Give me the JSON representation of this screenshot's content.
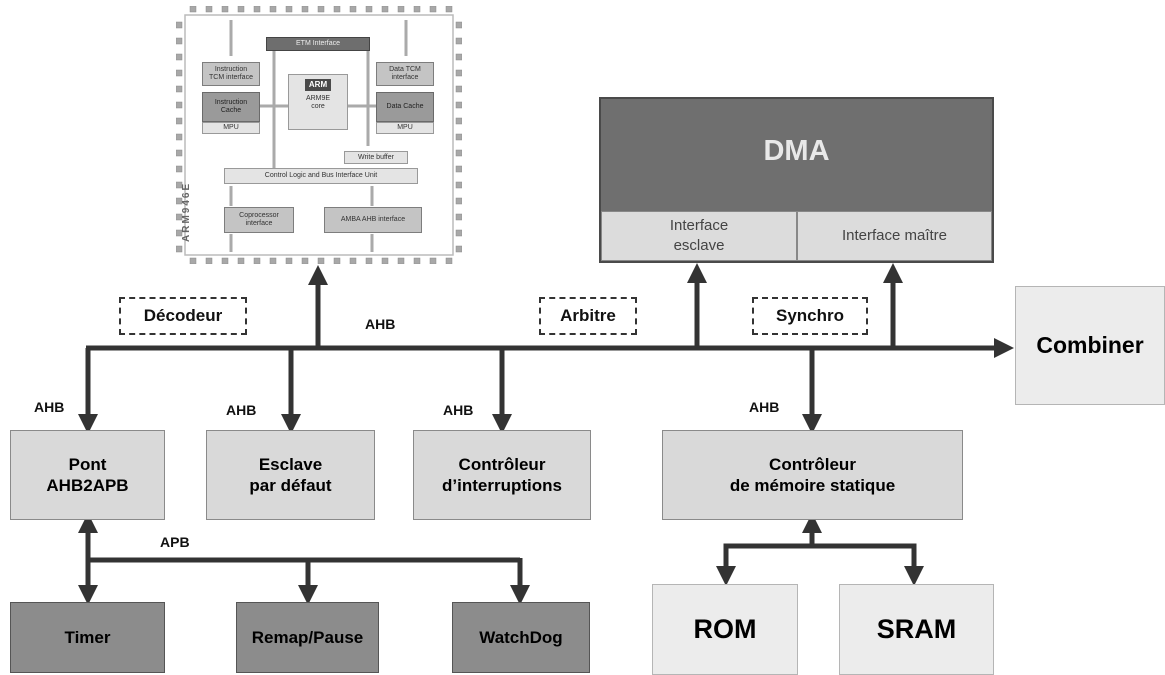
{
  "cpu": {
    "etm_interface": "ETM Interface",
    "instruction_tcm": "Instruction TCM interface",
    "data_tcm": "Data TCM interface",
    "instruction_cache": "Instruction Cache",
    "data_cache": "Data Cache",
    "mpu_left": "MPU",
    "mpu_right": "MPU",
    "arm_logo": "ARM",
    "core": "ARM9E core",
    "write_buffer": "Write buffer",
    "control_logic": "Control Logic and Bus Interface Unit",
    "coprocessor": "Coprocessor interface",
    "amba": "AMBA AHB interface",
    "side_label": "ARM946E"
  },
  "dma": {
    "title": "DMA",
    "slave_interface": "Interface esclave",
    "master_interface": "Interface maître"
  },
  "bus_blocks": {
    "decoder": "Décodeur",
    "arbiter": "Arbitre",
    "synchro": "Synchro"
  },
  "labels": {
    "ahb_main": "AHB",
    "ahb_bridge": "AHB",
    "ahb_default": "AHB",
    "ahb_interrupt": "AHB",
    "ahb_memory": "AHB",
    "apb": "APB"
  },
  "combiner": "Combiner",
  "slaves": {
    "bridge_line1": "Pont",
    "bridge_line2": "AHB2APB",
    "default_line1": "Esclave",
    "default_line2": "par défaut",
    "interrupt_line1": "Contrôleur",
    "interrupt_line2": "d’interruptions",
    "memory_line1": "Contrôleur",
    "memory_line2": "de mémoire statique"
  },
  "peripherals": {
    "timer": "Timer",
    "remap": "Remap/Pause",
    "watchdog": "WatchDog"
  },
  "memories": {
    "rom": "ROM",
    "sram": "SRAM"
  }
}
